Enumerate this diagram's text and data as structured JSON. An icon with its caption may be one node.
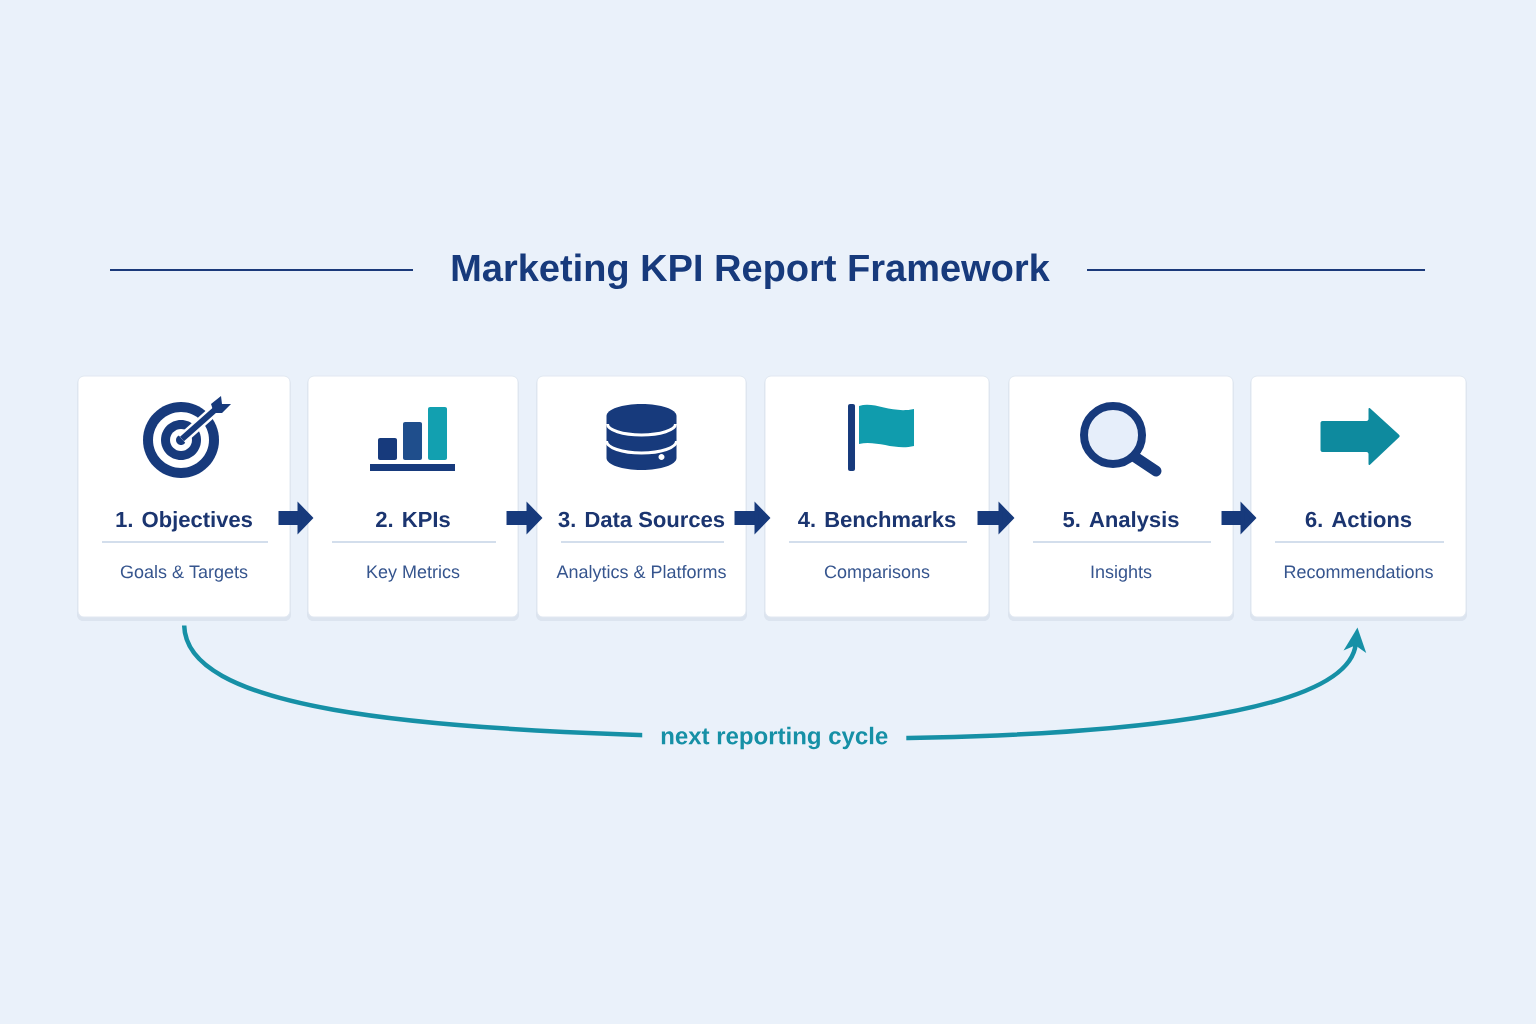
{
  "diagram": {
    "title": "Marketing KPI Report Framework",
    "nodes": [
      {
        "text": [
          "1. Objectives",
          "Goals & Targets"
        ]
      },
      {
        "text": [
          "2. KPIs",
          "Key Metrics"
        ]
      },
      {
        "text": [
          "3. Data Sources",
          "Analytics & Platforms"
        ]
      },
      {
        "text": [
          "4. Benchmarks",
          "Comparisons"
        ]
      },
      {
        "text": [
          "5. Analysis",
          "Insights"
        ]
      },
      {
        "text": [
          "6. Actions",
          "Recommendations"
        ]
      }
    ],
    "edges": [
      {
        "from": 0,
        "to": 1,
        "arrow": "to"
      },
      {
        "from": 1,
        "to": 2,
        "arrow": "to"
      },
      {
        "from": 2,
        "to": 3,
        "arrow": "to"
      },
      {
        "from": 3,
        "to": 4,
        "arrow": "to"
      },
      {
        "from": 4,
        "to": 5,
        "arrow": "to"
      },
      {
        "from": 0,
        "to": 5,
        "arrow": "to",
        "label": "next reporting cycle",
        "color": "#1690a6"
      }
    ]
  }
}
